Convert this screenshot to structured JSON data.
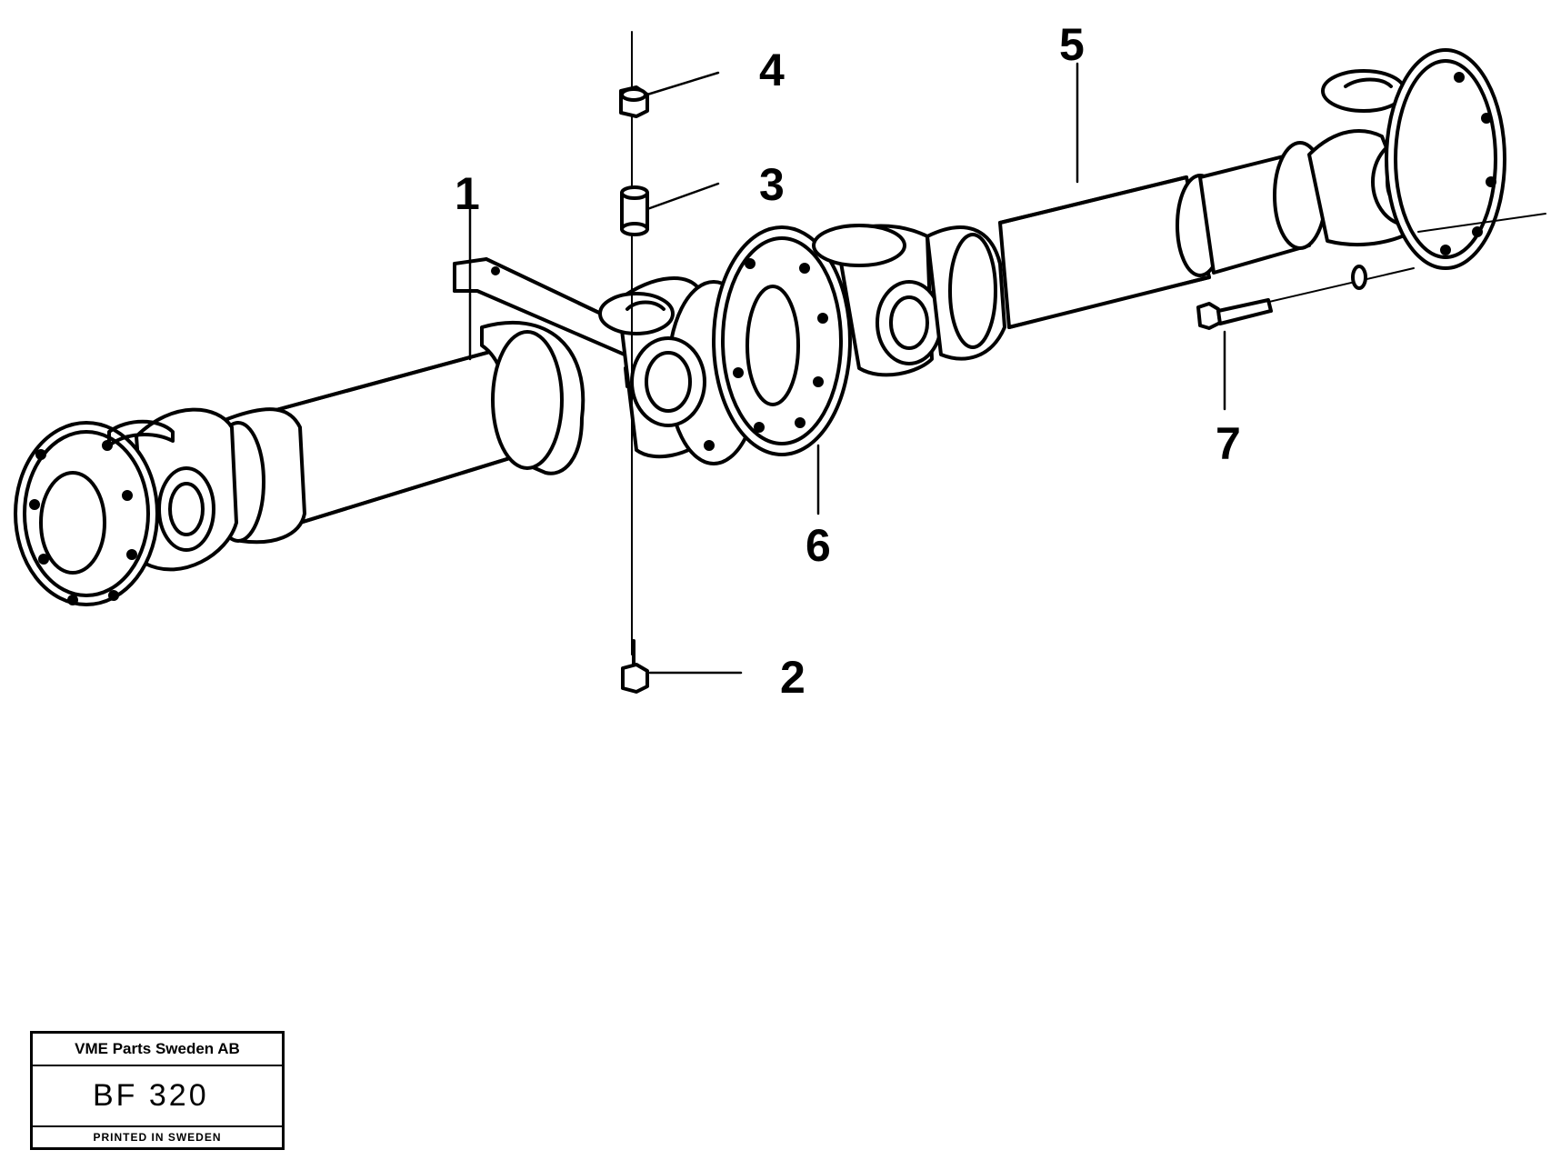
{
  "callouts": [
    {
      "id": "1",
      "label": "1"
    },
    {
      "id": "2",
      "label": "2"
    },
    {
      "id": "3",
      "label": "3"
    },
    {
      "id": "4",
      "label": "4"
    },
    {
      "id": "5",
      "label": "5"
    },
    {
      "id": "6",
      "label": "6"
    },
    {
      "id": "7",
      "label": "7"
    }
  ],
  "titleblock": {
    "company": "VME Parts Sweden AB",
    "code": "BF 320",
    "printed": "PRINTED IN SWEDEN"
  }
}
